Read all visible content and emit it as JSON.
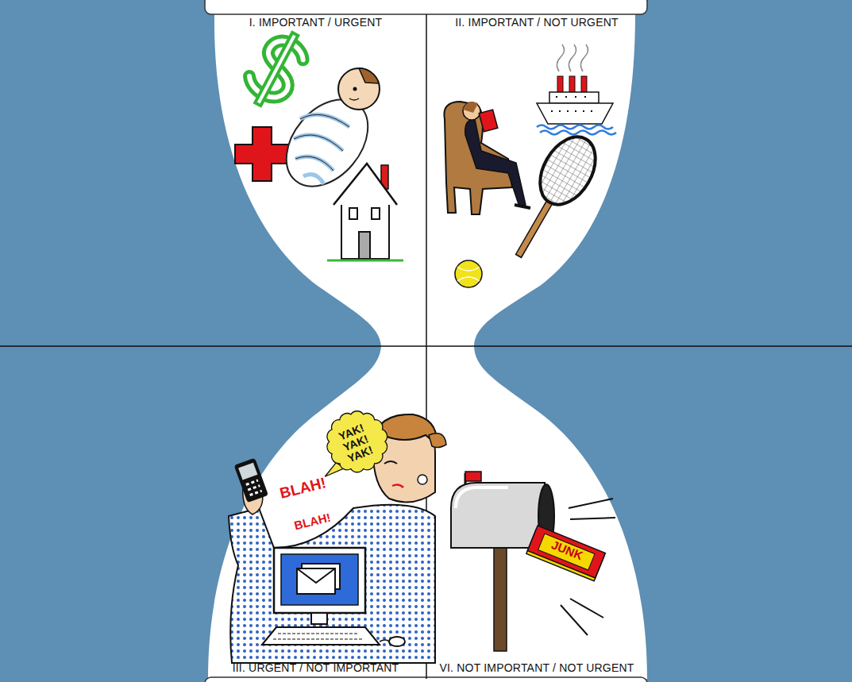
{
  "diagram": {
    "nodes": [
      {
        "text": [
          "I. IMPORTANT / URGENT"
        ]
      },
      {
        "text": [
          "II. IMPORTANT / NOT URGENT"
        ]
      },
      {
        "text": [
          "III. URGENT / NOT IMPORTANT"
        ]
      },
      {
        "text": [
          "VI. NOT IMPORTANT / NOT URGENT"
        ]
      },
      {
        "text": [
          "YAK! YAK! YAK!"
        ],
        "in": 2
      },
      {
        "text": [
          "JUNK"
        ],
        "in": 3
      }
    ],
    "labels": [
      "BLAH!",
      "BLAH!"
    ]
  }
}
